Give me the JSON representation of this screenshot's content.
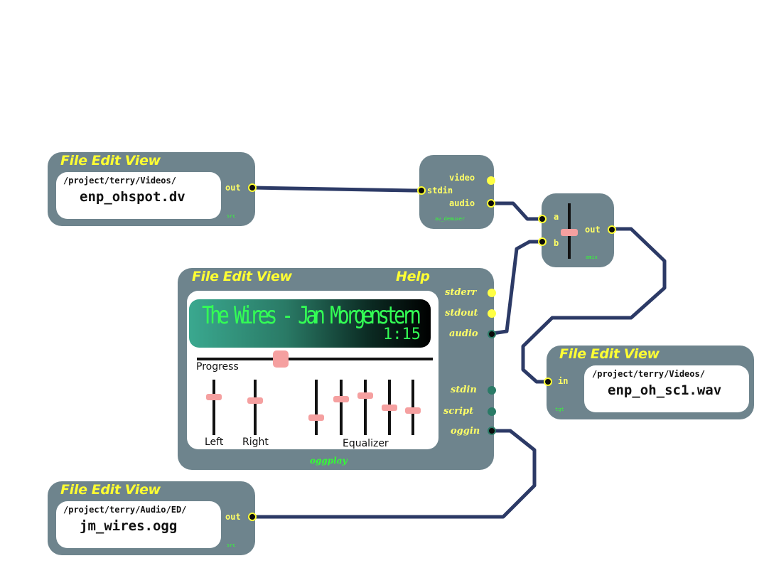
{
  "nodes": {
    "src_video": {
      "menu": [
        "File",
        "Edit",
        "View"
      ],
      "path": "/project/terry/Videos/",
      "filename": "enp_ohspot.dv",
      "port_out": "out",
      "tag": "src"
    },
    "demuxer": {
      "port_video": "video",
      "port_stdin": "stdin",
      "port_audio": "audio",
      "tag": "av_demuxer"
    },
    "mixer": {
      "port_a": "a",
      "port_b": "b",
      "port_out": "out",
      "tag": "amix"
    },
    "player": {
      "menu": [
        "File",
        "Edit",
        "View"
      ],
      "help": "Help",
      "lcd_title": "The Wires - Jan Morgenstern",
      "lcd_time": "1:15",
      "progress_label": "Progress",
      "progress_value": 0.36,
      "left_label": "Left",
      "right_label": "Right",
      "equalizer_label": "Equalizer",
      "ports": [
        "stderr",
        "stdout",
        "audio",
        "stdin",
        "script",
        "oggin"
      ],
      "tag": "oggplay"
    },
    "sink": {
      "menu": [
        "File",
        "Edit",
        "View"
      ],
      "path": "/project/terry/Videos/",
      "filename": "enp_oh_sc1.wav",
      "port_in": "in",
      "tag": "tgt"
    },
    "src_audio": {
      "menu": [
        "File",
        "Edit",
        "View"
      ],
      "path": "/project/terry/Audio/ED/",
      "filename": "jm_wires.ogg",
      "port_out": "out",
      "tag": "src"
    }
  },
  "colors": {
    "node_bg": "#6e848d",
    "menu_text": "#ffff33",
    "wire": "#2c3a66",
    "knob": "#f5a0a0",
    "lcd_text": "#33ff55"
  }
}
